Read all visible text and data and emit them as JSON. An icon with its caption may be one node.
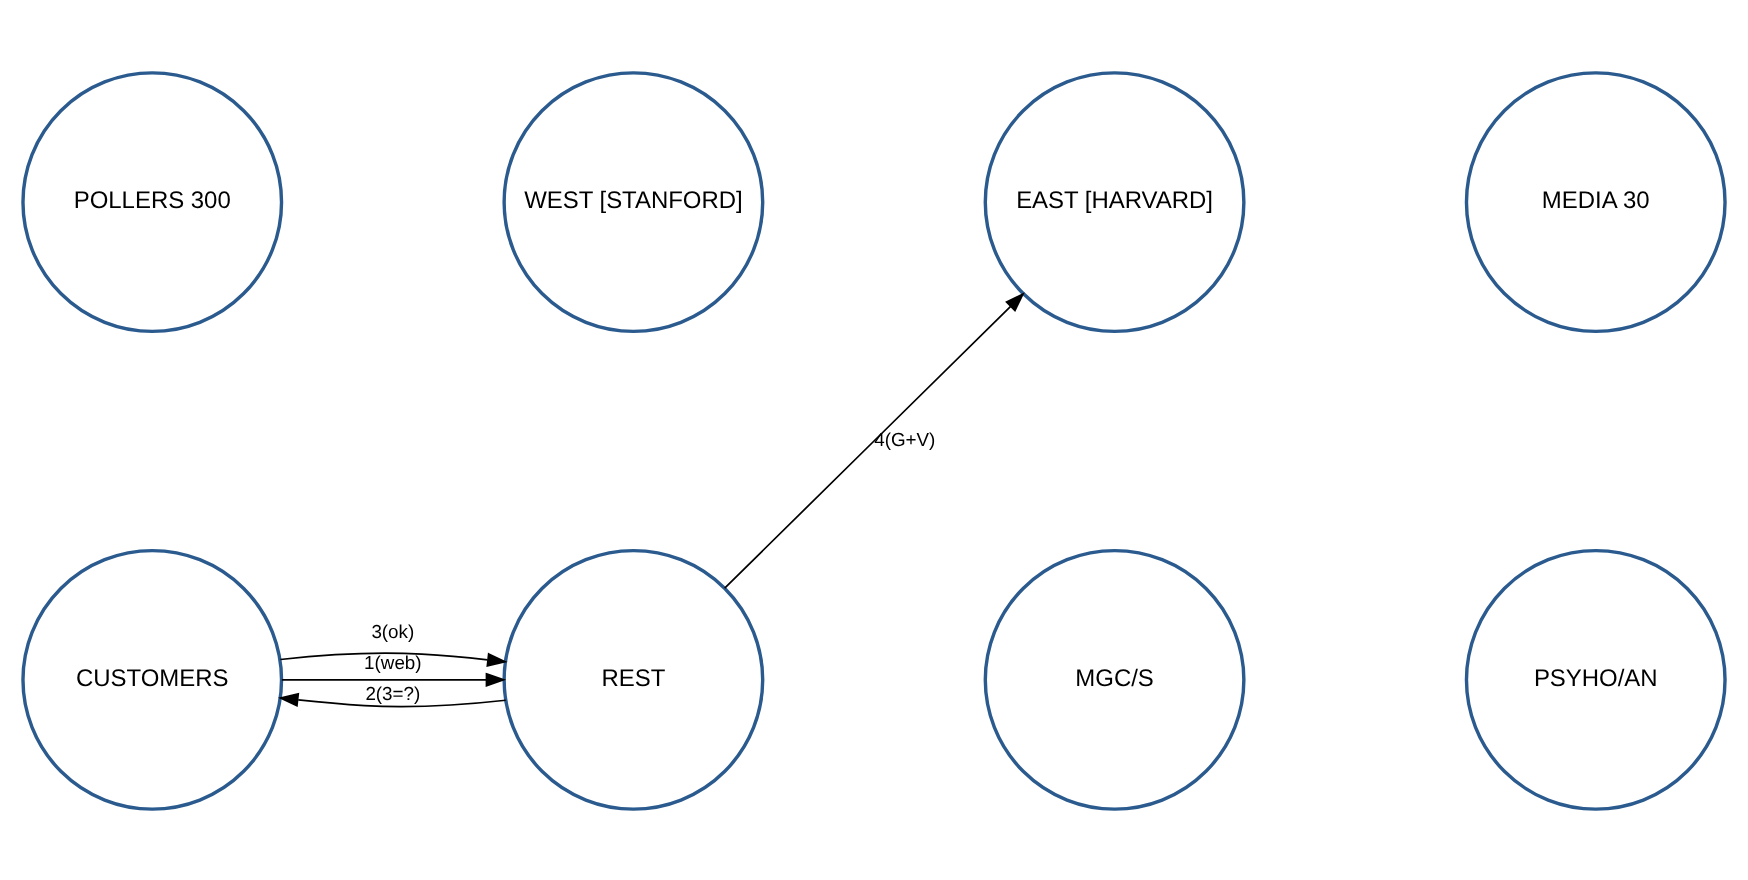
{
  "diagram": {
    "nodes": [
      {
        "text": [
          "POLLERS 300"
        ]
      },
      {
        "text": [
          "WEST [STANFORD]"
        ]
      },
      {
        "text": [
          "EAST [HARVARD]"
        ]
      },
      {
        "text": [
          "MEDIA 30"
        ]
      },
      {
        "text": [
          "CUSTOMERS"
        ]
      },
      {
        "text": [
          "REST"
        ]
      },
      {
        "text": [
          "MGC/S"
        ]
      },
      {
        "text": [
          "PSYHO/AN"
        ]
      }
    ],
    "edges": [
      {
        "from": 4,
        "to": 5,
        "arrow": "to",
        "label": "1(web)"
      },
      {
        "from": 5,
        "to": 4,
        "arrow": "to",
        "label": "2(3=?)"
      },
      {
        "from": 4,
        "to": 5,
        "arrow": "to",
        "label": "3(ok)"
      },
      {
        "from": 5,
        "to": 2,
        "arrow": "to",
        "label": "4(G+V)"
      }
    ]
  }
}
